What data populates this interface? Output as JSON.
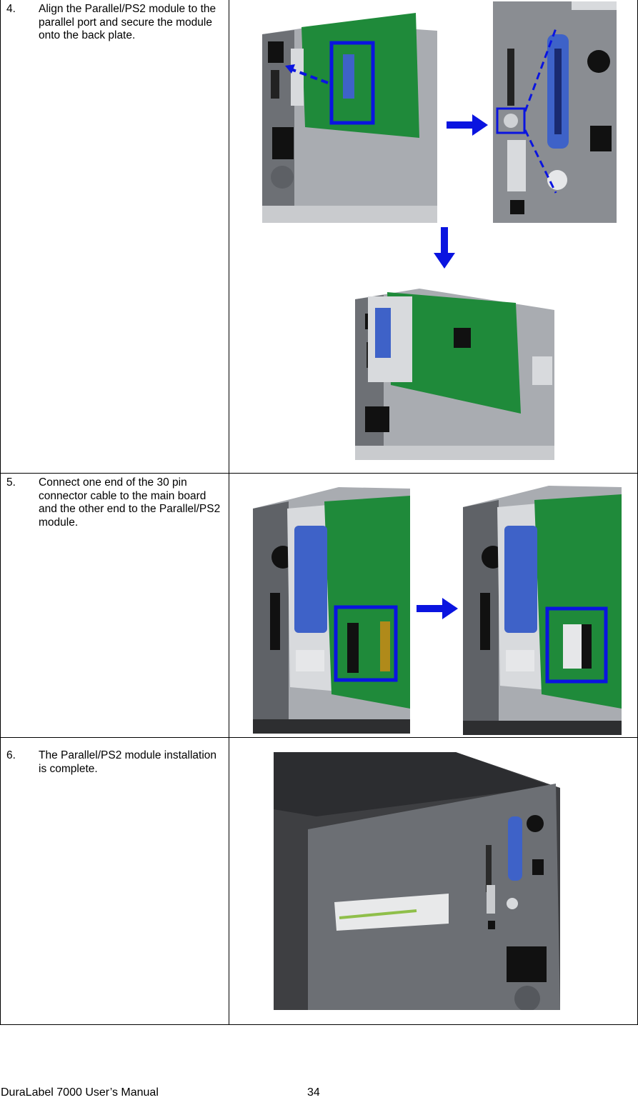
{
  "steps": [
    {
      "number": "4.",
      "text": "Align the Parallel/PS2 module to the parallel port and secure the module onto the back plate."
    },
    {
      "number": "5.",
      "text": "Connect one end of the 30 pin connector cable to the main board and the other end to the Parallel/PS2 module."
    },
    {
      "number": "6.",
      "text": "The Parallel/PS2 module installation is complete."
    }
  ],
  "footer": {
    "manual_title": "DuraLabel 7000 User’s Manual",
    "page_number": "34"
  },
  "colors": {
    "board_green": "#1f8a3a",
    "highlight_blue": "#0a14e0",
    "chassis_gray": "#7a7d82",
    "dark_gray": "#4a4b4e",
    "connector_blue": "#3e62c8"
  }
}
